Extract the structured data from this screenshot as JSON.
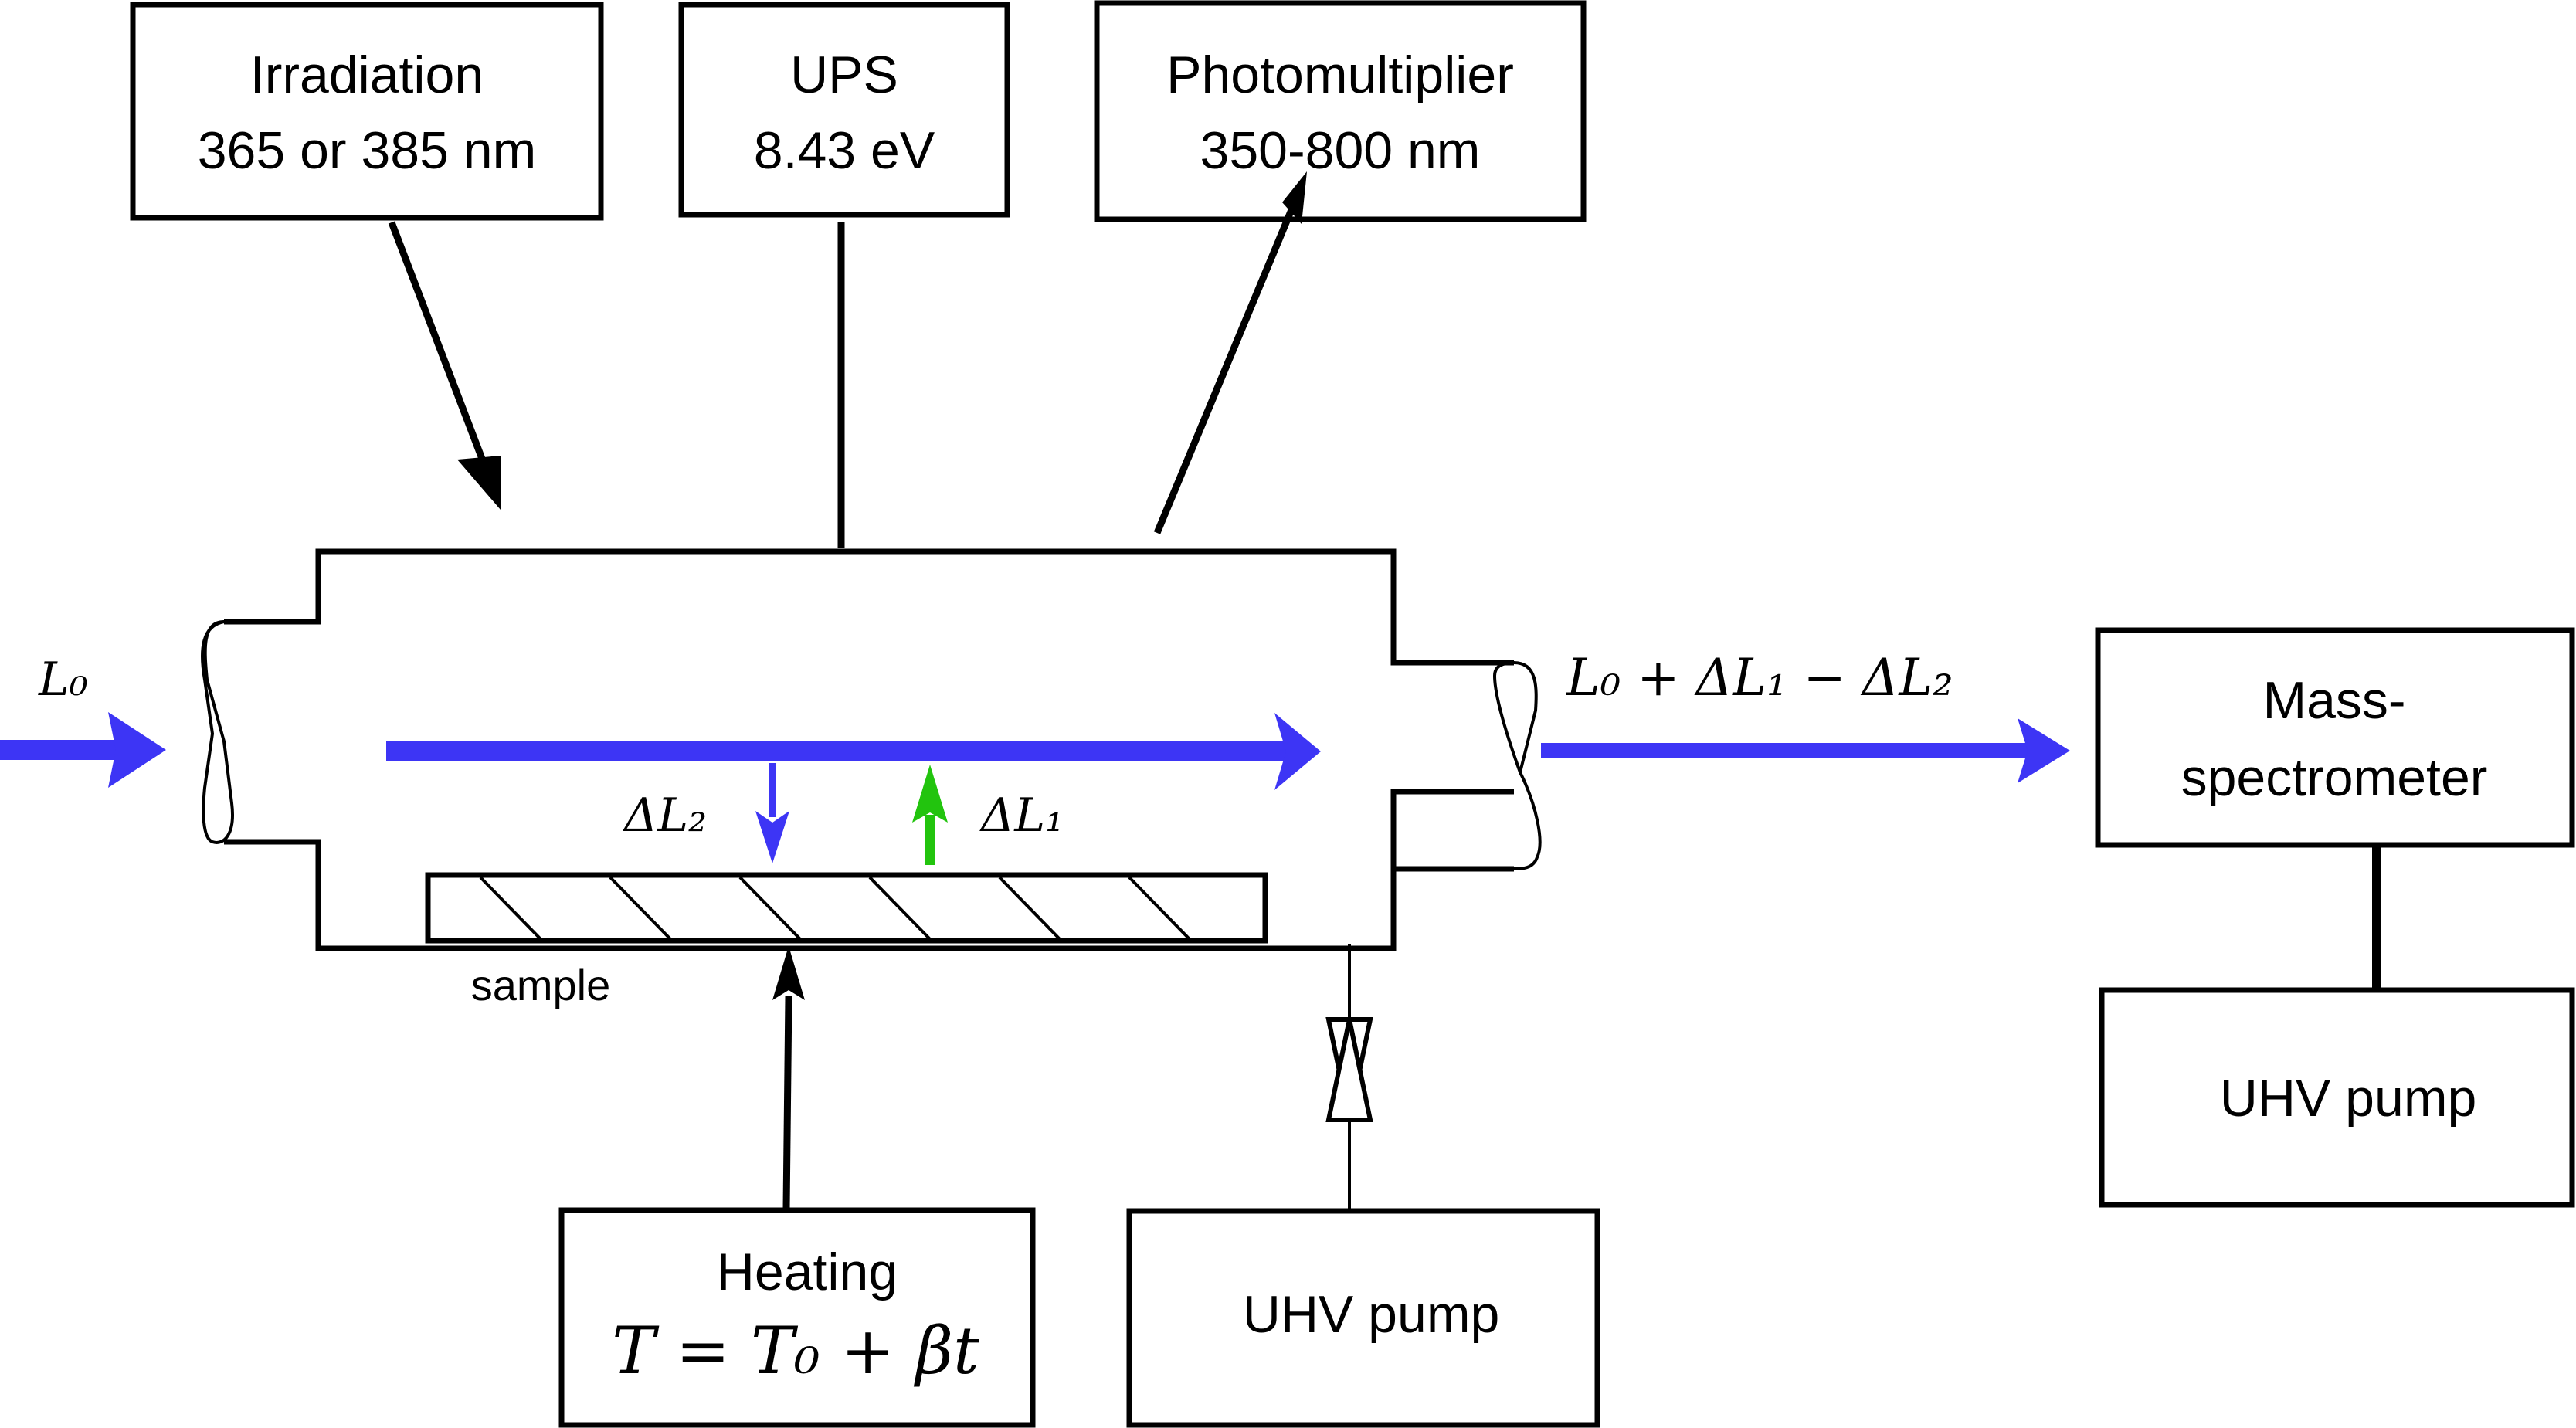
{
  "boxes": {
    "irradiation": {
      "line1": "Irradiation",
      "line2": "365 or 385 nm"
    },
    "ups": {
      "line1": "UPS",
      "line2": "8.43 eV"
    },
    "photomultiplier": {
      "line1": "Photomultiplier",
      "line2": "350-800 nm"
    },
    "mass_spectrometer": {
      "line1": "Mass-",
      "line2": "spectrometer"
    },
    "uhv_pump_right": {
      "label": "UHV pump"
    },
    "heating": {
      "line1": "Heating",
      "formula": "T = T₀ + βt"
    },
    "uhv_pump_bottom": {
      "label": "UHV pump"
    }
  },
  "labels": {
    "inflow": "L₀",
    "outflow": "L₀ + ΔL₁ − ΔL₂",
    "adsorption": "ΔL₂",
    "desorption": "ΔL₁",
    "sample": "sample"
  },
  "colors": {
    "flow_blue": "#3d35f5",
    "desorption_green": "#22c40e",
    "line": "#000000"
  }
}
